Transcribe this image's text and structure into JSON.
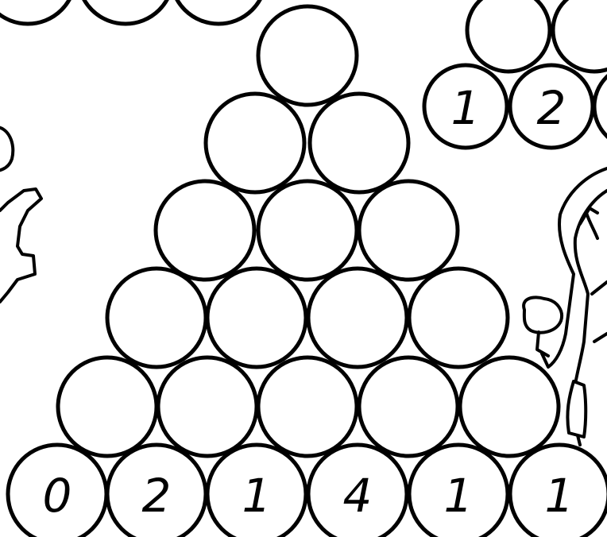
{
  "main_pyramid": {
    "rows": [
      [
        "",
        ""
      ],
      [
        "",
        "",
        ""
      ],
      [
        "",
        "",
        "",
        ""
      ],
      [
        "",
        "",
        "",
        "",
        ""
      ],
      [
        "0",
        "2",
        "1",
        "4",
        "1",
        "1"
      ]
    ],
    "apex": ""
  },
  "small_pyramid": {
    "bottom_row": [
      "1",
      "2",
      ""
    ]
  },
  "colors": {
    "line": "#000000",
    "background": "#ffffff"
  }
}
